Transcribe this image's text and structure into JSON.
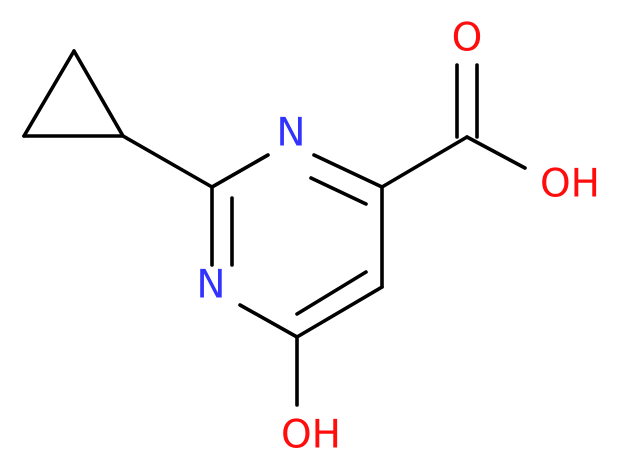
{
  "colors": {
    "bond": "#000000",
    "nitrogen": "#3333ff",
    "oxygen": "#ff0d0d",
    "background": "#ffffff"
  },
  "atoms": {
    "n_top": "N",
    "n_bottom": "N",
    "carbonyl_o": "O",
    "acid_oh": "OH",
    "hydroxy_oh": "OH"
  }
}
